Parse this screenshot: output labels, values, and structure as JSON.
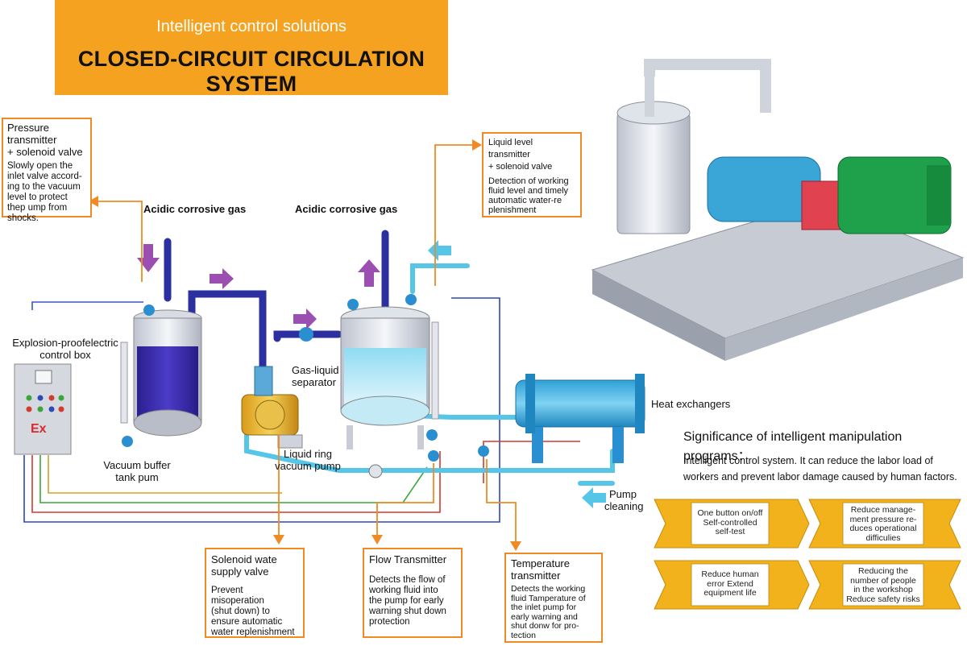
{
  "banner": {
    "subtitle": "Intelligent control solutions",
    "title": "CLOSED-CIRCUIT CIRCULATION SYSTEM"
  },
  "callouts": {
    "pressure": {
      "title_lines": [
        "Pressure transmitter",
        "+ solenoid valve"
      ],
      "desc_lines": [
        "Slowly open the",
        "inlet valve accord-",
        "ing to the vacuum",
        "level to protect",
        "thep ump from",
        "shocks."
      ]
    },
    "liquid_level": {
      "title_lines": [
        "Liquid level transmitter",
        "+ solenoid valve"
      ],
      "desc_lines": [
        "Detection of working",
        "fluid level and timely",
        "automatic water-re",
        "plenishment"
      ]
    },
    "solenoid_water": {
      "title_lines": [
        "Solenoid wate",
        "supply valve"
      ],
      "desc_lines": [
        "Prevent misoperation",
        "(shut down) to",
        "ensure automatic",
        "water replenishment"
      ]
    },
    "flow": {
      "title_lines": [
        "Flow Transmitter"
      ],
      "desc_lines": [
        "Detects the flow of",
        "working fluid into",
        "the pump for early",
        "warning shut down",
        "protection"
      ]
    },
    "temperature": {
      "title_lines": [
        "Temperature",
        "transmitter"
      ],
      "desc_lines": [
        "Detects the working",
        "fluid Tamperature of",
        "the inlet pump for",
        "early warning and",
        "shut donw for pro-",
        "tection"
      ]
    }
  },
  "labels": {
    "acidic_gas_1": "Acidic corrosive gas",
    "acidic_gas_2": "Acidic corrosive gas",
    "control_box": [
      "Explosion-proofelectric",
      "control box"
    ],
    "ex": "Ex",
    "buffer_tank": [
      "Vacuum buffer",
      "tank pum"
    ],
    "separator": [
      "Gas-liquid",
      "separator"
    ],
    "pump": [
      "Liquid ring",
      "vacuum pump"
    ],
    "heat_exchangers": "Heat exchangers",
    "pump_cleaning": [
      "Pump",
      "cleaning"
    ]
  },
  "significance": {
    "heading": "Significance of intelligent manipulation programs：",
    "body_lines": [
      "Intelligent control system. It can reduce the labor load of",
      "workers  and prevent labor damage caused by human factors."
    ]
  },
  "ribbons": [
    {
      "lines": [
        "One button on/off",
        "Self-controlled",
        "self-test"
      ]
    },
    {
      "lines": [
        "Reduce manage-",
        "ment pressure  re-",
        "duces operational",
        "difficulies"
      ]
    },
    {
      "lines": [
        "Reduce human",
        "error  Extend",
        "equipment life"
      ]
    },
    {
      "lines": [
        "Reducing the",
        "number of people",
        "in the workshop",
        "Reduce safety risks"
      ]
    }
  ],
  "colors": {
    "accent_orange": "#f4a21f",
    "callout_border": "#f08a24",
    "pipe_navy": "#2c2fa0",
    "fluid_cyan": "#55c6e8",
    "tank_purple": "#3d2fb0",
    "arrow_violet": "#9b4fb0",
    "ribbon_gold": "#f2b21c"
  }
}
